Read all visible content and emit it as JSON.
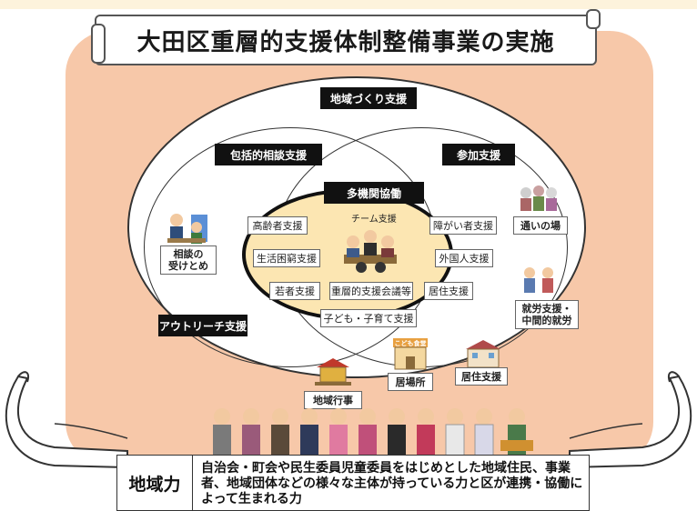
{
  "title": "大田区重層的支援体制整備事業の実施",
  "outer_label": "地域づくり支援",
  "left_circle_label": "包括的相談支援",
  "right_circle_label": "参加支援",
  "center_label": "多機関協働",
  "center_sub": "チーム支援",
  "center_meeting": "重層的支援会議等",
  "left_supports": [
    "高齢者支援",
    "生活困窮支援",
    "若者支援"
  ],
  "right_supports": [
    "障がい者支援",
    "外国人支援",
    "居住支援"
  ],
  "bottom_support": "子ども・子育て支援",
  "consultation": "相談の\n受けとめ",
  "outreach": "アウトリーチ支援",
  "right_items": {
    "kayoi": "通いの場",
    "shuro": "就労支援・\n中間的就労"
  },
  "place_items": {
    "ibasho": "居場所",
    "kyoju": "居住支援",
    "gyoji": "地域行事",
    "kodomo_shokudo": "こども食堂"
  },
  "bottom": {
    "label": "地域力",
    "text": "自治会・町会や民生委員児童委員をはじめとした地域住民、事業者、地域団体などの様々な主体が持っている力と区が連携・協働によって生まれる力"
  },
  "colors": {
    "panel": "#f7c8a9",
    "inner_oval": "#fce6b2",
    "label_bg": "#111111"
  }
}
